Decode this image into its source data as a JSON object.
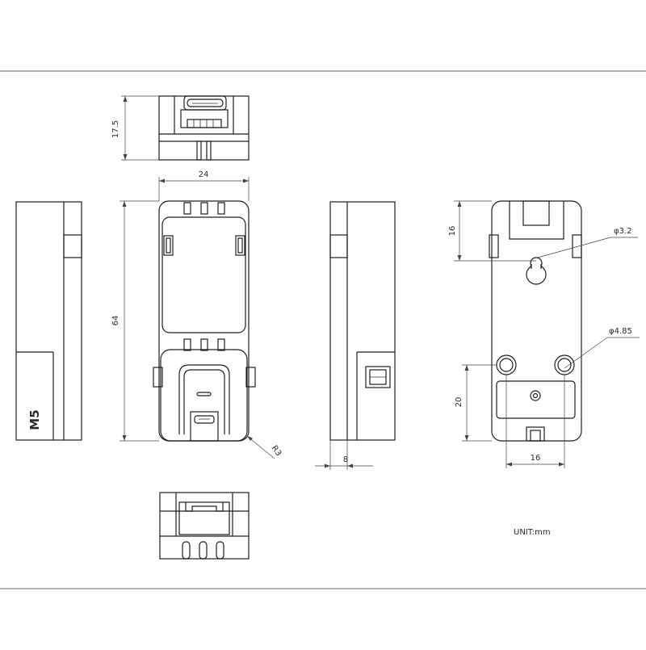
{
  "dimensions": {
    "top_height": "17.5",
    "front_width": "24",
    "front_height": "64",
    "corner_radius": "R3",
    "side_depth": "8",
    "rear_hole_offset": "16",
    "small_hole_dia": "φ3.2",
    "large_hole_dia": "φ4.85",
    "rear_bottom_offset": "20",
    "rear_hole_spacing": "16"
  },
  "logo_text": "M5",
  "unit_label": "UNIT:mm"
}
